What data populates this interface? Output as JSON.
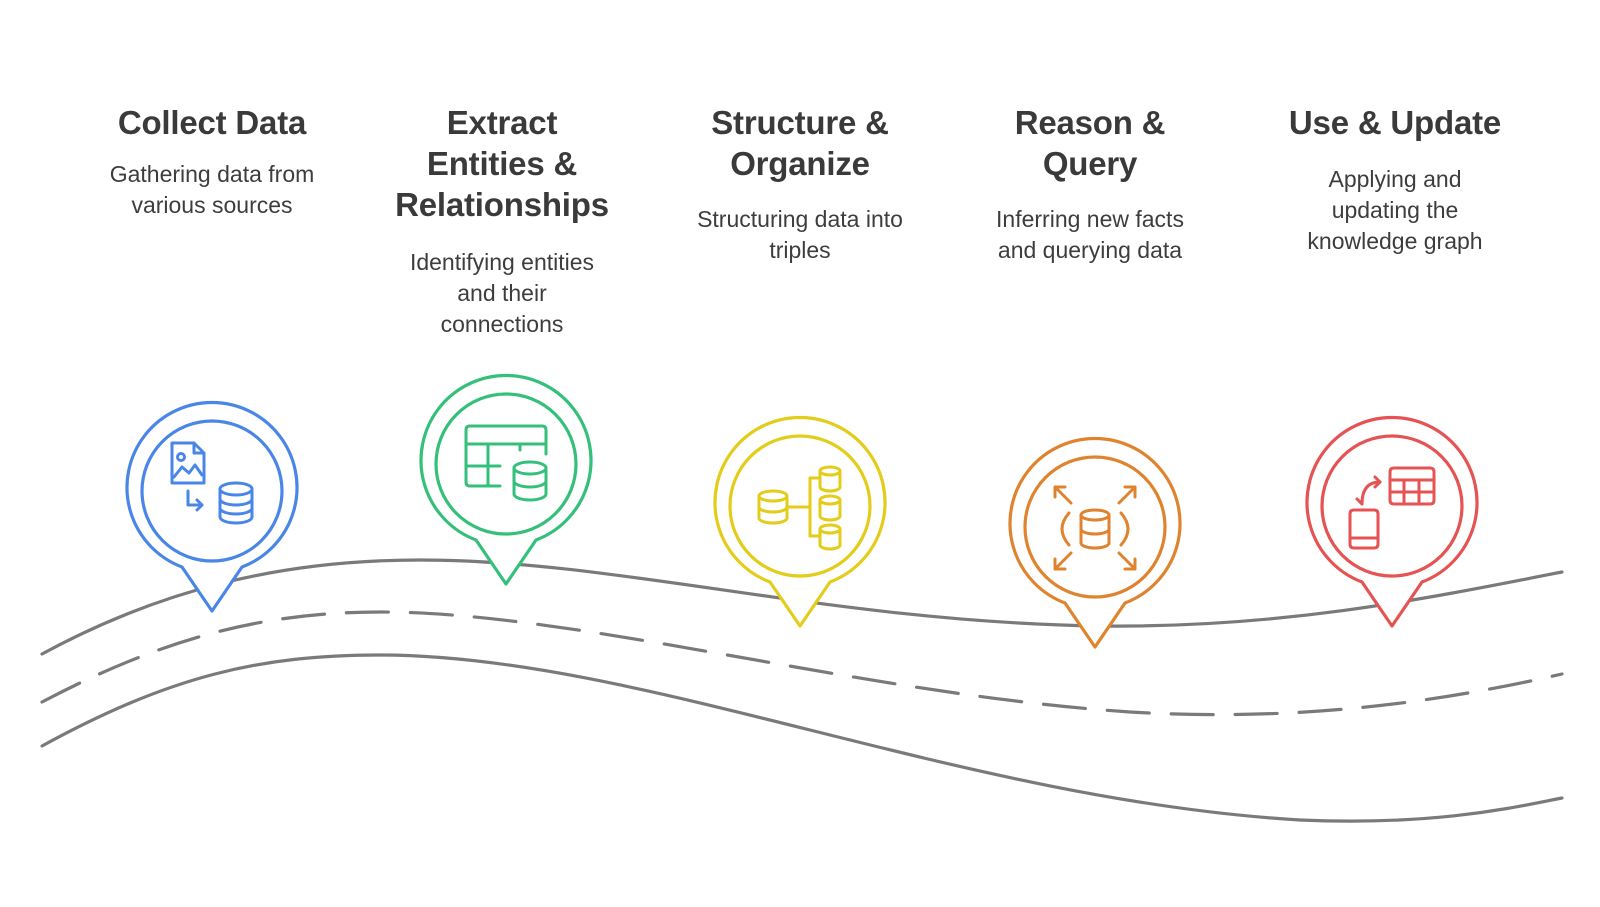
{
  "steps": [
    {
      "title_lines": [
        "Collect Data"
      ],
      "desc_lines": [
        "Gathering data from",
        "various sources"
      ],
      "color": "#4a86e8",
      "icon": "image-to-database-icon"
    },
    {
      "title_lines": [
        "Extract",
        "Entities &",
        "Relationships"
      ],
      "desc_lines": [
        "Identifying entities",
        "and their",
        "connections"
      ],
      "color": "#34c07a",
      "icon": "table-database-icon"
    },
    {
      "title_lines": [
        "Structure &",
        "Organize"
      ],
      "desc_lines": [
        "Structuring data into",
        "triples"
      ],
      "color": "#e3cc1a",
      "icon": "database-hierarchy-icon"
    },
    {
      "title_lines": [
        "Reason &",
        "Query"
      ],
      "desc_lines": [
        "Inferring new facts",
        "and querying data"
      ],
      "color": "#e0832e",
      "icon": "database-expand-icon"
    },
    {
      "title_lines": [
        "Use & Update"
      ],
      "desc_lines": [
        "Applying and",
        "updating the",
        "knowledge graph"
      ],
      "color": "#e55353",
      "icon": "device-sync-table-icon"
    }
  ],
  "road": {
    "color": "#7a7a7a"
  }
}
